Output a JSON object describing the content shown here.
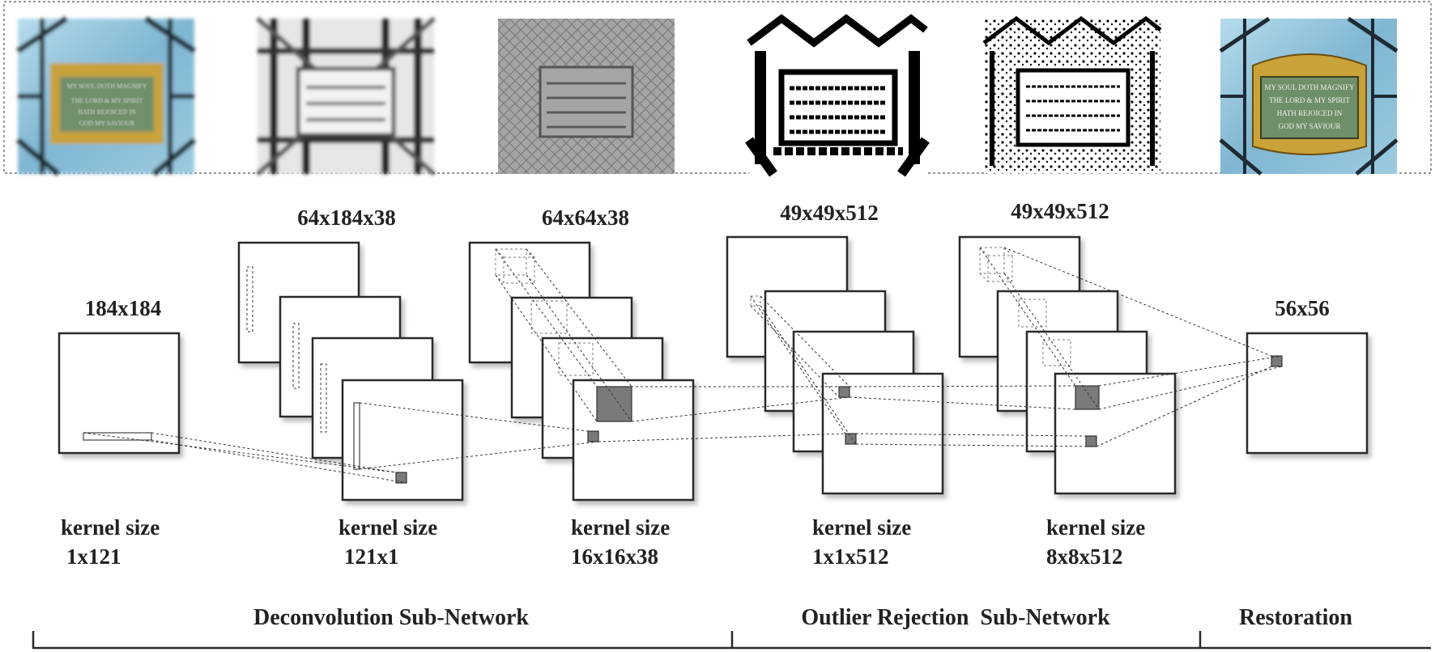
{
  "stages": [
    {
      "dimension": "184x184",
      "kernel_title": "kernel size",
      "kernel_value": "1x121"
    },
    {
      "dimension": "64x184x38",
      "kernel_title": "kernel size",
      "kernel_value": "121x1"
    },
    {
      "dimension": "64x64x38",
      "kernel_title": "kernel size",
      "kernel_value": "16x16x38"
    },
    {
      "dimension": "49x49x512",
      "kernel_title": "kernel size",
      "kernel_value": "1x1x512"
    },
    {
      "dimension": "49x49x512",
      "kernel_title": "kernel size",
      "kernel_value": "8x8x512"
    },
    {
      "dimension": "56x56"
    }
  ],
  "sections": [
    {
      "label": "Deconvolution Sub-Network"
    },
    {
      "label": "Outlier Rejection  Sub-Network"
    },
    {
      "label": "Restoration"
    }
  ],
  "thumbnails": [
    {
      "kind": "blurry-stained-glass-color"
    },
    {
      "kind": "feature-map-grayscale-soft"
    },
    {
      "kind": "feature-map-grayscale-crosshatch"
    },
    {
      "kind": "binary-feature-map"
    },
    {
      "kind": "binary-feature-map-fine"
    },
    {
      "kind": "restored-stained-glass-color"
    }
  ],
  "thumbnail_text": {
    "line1": "MY SOUL DOTH MAGNIFY",
    "line2": "THE LORD & MY SPIRIT",
    "line3": "HATH REJOICED IN",
    "line4": "GOD MY SAVIOUR"
  },
  "colors": {
    "glass_blue": "#8fc3dc",
    "glass_lead": "#1f2a33",
    "plaque_gold": "#c9a23a",
    "plaque_green": "#6f8f6a",
    "patch_gray": "#7a7a7a"
  }
}
